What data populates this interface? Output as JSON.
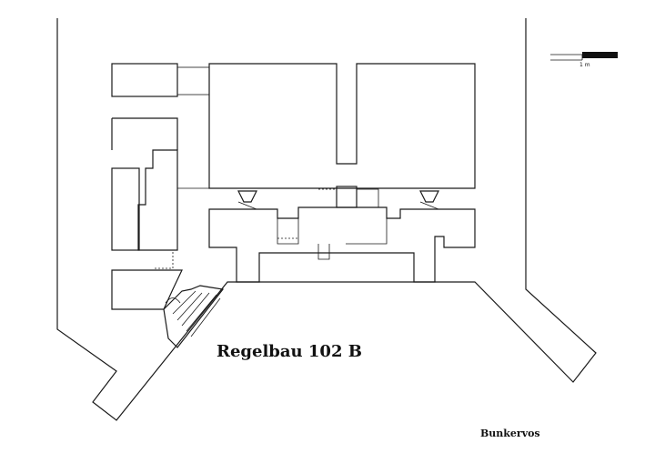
{
  "diagram": {
    "title": "Regelbau 102 B",
    "credit": "Bunkervos",
    "scale_label": "1 m",
    "colors": {
      "line": "#1a1a1a",
      "background": "#ffffff",
      "scale_fill": "#111111"
    }
  }
}
